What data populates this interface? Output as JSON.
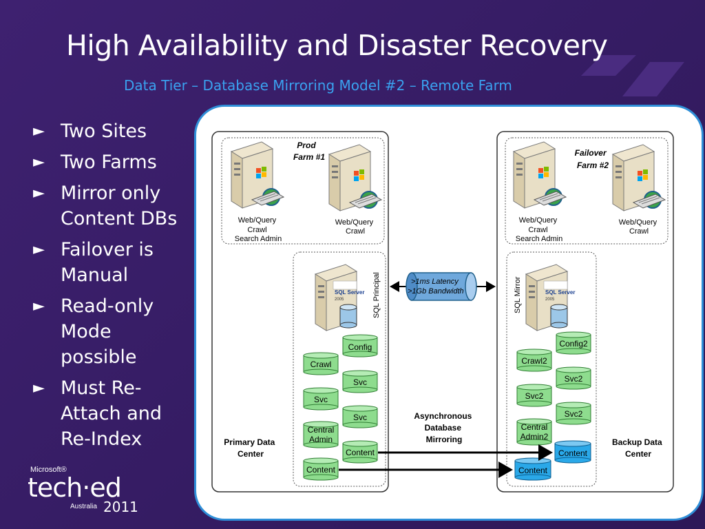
{
  "title": "High Availability and Disaster Recovery",
  "subtitle": "Data Tier – Database Mirroring Model #2 – Remote Farm",
  "bullets": [
    [
      "Two Sites"
    ],
    [
      "Two Farms"
    ],
    [
      "Mirror only",
      "Content DBs"
    ],
    [
      "Failover is",
      "Manual"
    ],
    [
      "Read-only",
      "Mode",
      "possible"
    ],
    [
      "Must Re-",
      "Attach and",
      "Re-Index"
    ]
  ],
  "logo": {
    "brand": "Microsoft®",
    "name": "tech·ed",
    "region": "Australia",
    "year": "2011"
  },
  "diagram": {
    "primary": {
      "farm_label": [
        "Prod",
        "Farm #1"
      ],
      "server1_label": [
        "Web/Query",
        "Crawl",
        "Search Admin"
      ],
      "server2_label": [
        "Web/Query",
        "Crawl"
      ],
      "sql_role": "SQL Principal",
      "sql_badge": "SQL Server",
      "sql_version": "2005",
      "dbs": {
        "config": "Config",
        "crawl": "Crawl",
        "svc_a": "Svc",
        "svc_b": "Svc",
        "svc_c": "Svc",
        "central": [
          "Central",
          "Admin"
        ],
        "content_a": "Content",
        "content_b": "Content"
      },
      "site_label": [
        "Primary Data",
        "Center"
      ]
    },
    "backup": {
      "farm_label": [
        "Failover",
        "Farm #2"
      ],
      "server1_label": [
        "Web/Query",
        "Crawl",
        "Search Admin"
      ],
      "server2_label": [
        "Web/Query",
        "Crawl"
      ],
      "sql_role": "SQL Mirror",
      "sql_badge": "SQL Server",
      "sql_version": "2005",
      "dbs": {
        "config": "Config2",
        "crawl": "Crawl2",
        "svc_a": "Svc2",
        "svc_b": "Svc2",
        "svc_c": "Svc2",
        "central": [
          "Central",
          "Admin2"
        ],
        "content_a": "Content",
        "content_b": "Content"
      },
      "site_label": [
        "Backup Data",
        "Center"
      ]
    },
    "link": {
      "lines": [
        ">1ms Latency",
        ">1Gb Bandwidth"
      ]
    },
    "mirroring_label": [
      "Asynchronous",
      "Database",
      "Mirroring"
    ]
  },
  "colors": {
    "background": "#3b1f6b",
    "subtitle": "#3aa2f0",
    "panel_border": "#2f8fd8",
    "db_green": "#8edc8e",
    "db_blue": "#2aa8e8",
    "link_blue": "#6fa8dc"
  }
}
